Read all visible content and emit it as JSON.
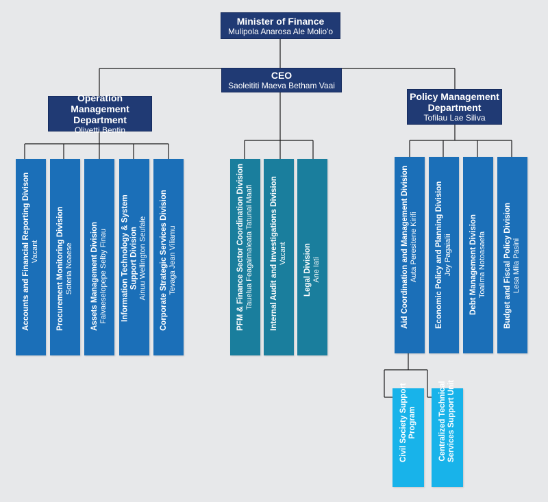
{
  "minister": {
    "title": "Minister of Finance",
    "name": "Mulipola Anarosa Ale Molio'o"
  },
  "ceo": {
    "title": "CEO",
    "name": "Saoleititi Maeva Betham Vaai"
  },
  "operation": {
    "title1": "Operation Management",
    "title2": "Department",
    "name": "Olivetti Bentin"
  },
  "policy": {
    "title1": "Policy Management",
    "title2": "Department",
    "name": "Tofilau Lae Siliva"
  },
  "divisions": [
    {
      "t1": "Accounts and Financial Reporting Divison",
      "t2": "",
      "s": "Vacant"
    },
    {
      "t1": "Procurement Monitoring Division",
      "t2": "",
      "s": "Soteria Noaese"
    },
    {
      "t1": "Assets Management Division",
      "t2": "",
      "s": "Faivaeselopepe Selby Finau"
    },
    {
      "t1": "Information Technology & System",
      "t2": "Support Division",
      "s": "Ainuu Wellington Seufale"
    },
    {
      "t1": "Corporate Strategic Services Division",
      "t2": "",
      "s": "Tevaga Jean Viliamu"
    },
    {
      "t1": "PFM & Finance Sector Coordination Division",
      "t2": "",
      "s": "Tauelua Feagaimaleata Tatunai Maafi"
    },
    {
      "t1": "Internal Audit and Investigations Division",
      "t2": "",
      "s": "Vacant"
    },
    {
      "t1": "Legal Division",
      "t2": "",
      "s": "Ane Iati"
    },
    {
      "t1": "Aid Coordination and Management Division",
      "t2": "",
      "s": "Auta Peresitene Kirifi"
    },
    {
      "t1": "Economic Policy and Planning Division",
      "t2": "",
      "s": "Joy Pagaialii"
    },
    {
      "t1": "Debt Management Division",
      "t2": "",
      "s": "Toalima Notoasaefa"
    },
    {
      "t1": "Budget and Fiscal Policy Division",
      "t2": "",
      "s": "Lesa Mila Pasini"
    }
  ],
  "units": [
    {
      "t1": "Civil Society Support",
      "t2": "Program"
    },
    {
      "t1": "Centralized Technical",
      "t2": "Services Support Unit"
    }
  ],
  "colors": {
    "background": "#e7e8ea",
    "navy": "#203a74",
    "division_blue": "#1b6fb8",
    "division_teal": "#1a7e9d",
    "unit_cyan": "#18b3ea",
    "connector": "#1a1a1a"
  }
}
